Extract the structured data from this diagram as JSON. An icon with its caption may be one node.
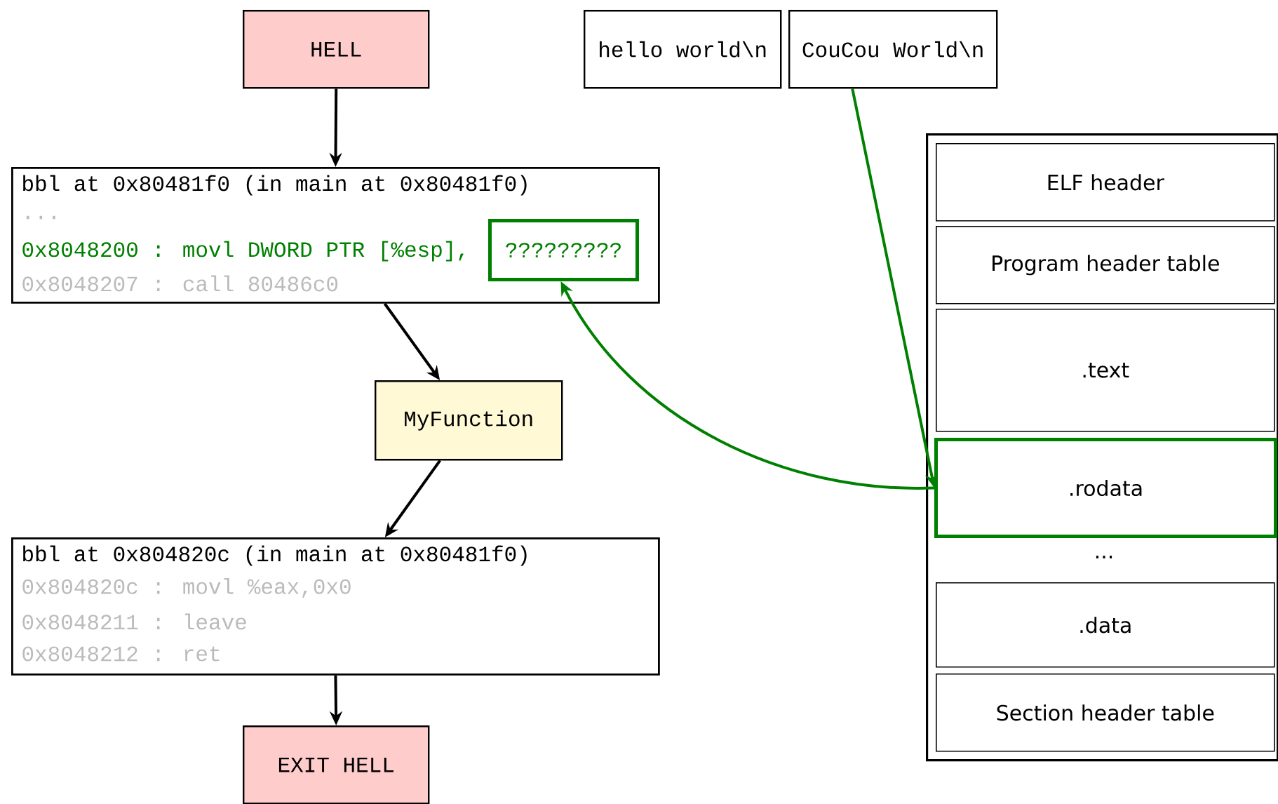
{
  "diagram": {
    "nodes": [
      {
        "text": [
          "HELL"
        ]
      },
      {
        "text": [
          "bbl at 0x80481f0 (in main at 0x80481f0)",
          "...",
          "0x8048200 : movl DWORD PTR [%esp],",
          "0x8048207 : call 80486c0"
        ]
      },
      {
        "text": [
          "?????????"
        ],
        "in": 1
      },
      {
        "text": [
          "MyFunction"
        ]
      },
      {
        "text": [
          "bbl at 0x804820c (in main at 0x80481f0)",
          "0x804820c : movl %eax,0x0",
          "0x8048211 : leave",
          "0x8048212 : ret"
        ]
      },
      {
        "text": [
          "EXIT HELL"
        ]
      },
      {
        "text": [
          "hello world\\n"
        ]
      },
      {
        "text": [
          "CouCou World\\n"
        ]
      },
      {
        "text": [],
        "shape": "box"
      },
      {
        "text": [
          "ELF header"
        ],
        "in": 8
      },
      {
        "text": [
          "Program header table"
        ],
        "in": 8
      },
      {
        "text": [
          ".text"
        ],
        "in": 8
      },
      {
        "text": [
          ".rodata"
        ],
        "in": 8
      },
      {
        "text": [
          ".data"
        ],
        "in": 8
      },
      {
        "text": [
          "Section header table"
        ],
        "in": 8
      }
    ],
    "edges": [
      {
        "from": 0,
        "to": 1,
        "arrow": "to"
      },
      {
        "from": 1,
        "to": 3,
        "arrow": "to"
      },
      {
        "from": 3,
        "to": 4,
        "arrow": "to"
      },
      {
        "from": 4,
        "to": 5,
        "arrow": "to"
      },
      {
        "from": 7,
        "to": 12,
        "arrow": "to",
        "color": "#008000"
      },
      {
        "from": 12,
        "to": 2,
        "arrow": "to",
        "color": "#008000"
      }
    ],
    "labels": [
      "..."
    ]
  }
}
